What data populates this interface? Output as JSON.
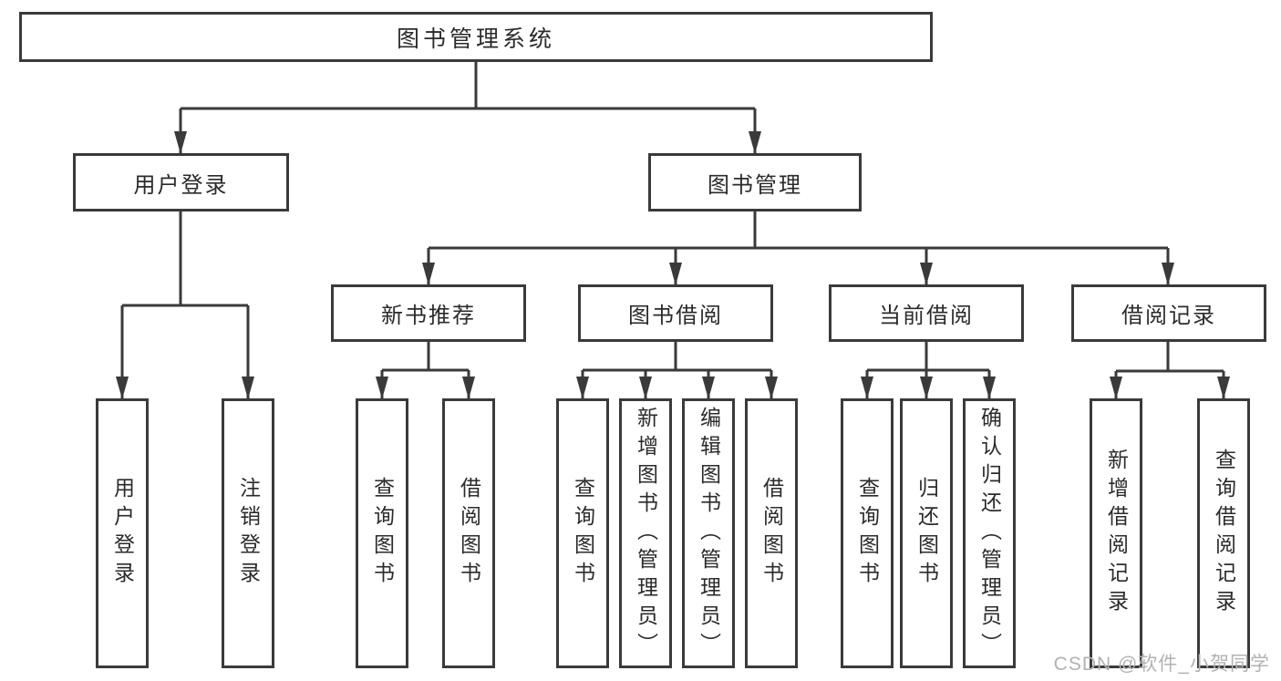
{
  "diagram": {
    "root": {
      "label": "图书管理系统"
    },
    "level2": {
      "user_login": {
        "label": "用户登录"
      },
      "book_mgmt": {
        "label": "图书管理"
      }
    },
    "level3": {
      "new_book": {
        "label": "新书推荐"
      },
      "borrow": {
        "label": "图书借阅"
      },
      "current": {
        "label": "当前借阅"
      },
      "record": {
        "label": "借阅记录"
      }
    },
    "leaves": {
      "login": {
        "label": "用户登录",
        "parent": "用户登录"
      },
      "logout": {
        "label": "注销登录",
        "parent": "用户登录"
      },
      "nb_query": {
        "label": "查询图书",
        "parent": "新书推荐"
      },
      "nb_borrow": {
        "label": "借阅图书",
        "parent": "新书推荐"
      },
      "bw_query": {
        "label": "查询图书",
        "parent": "图书借阅"
      },
      "bw_add": {
        "label": "新增图书（管理员）",
        "parent": "图书借阅"
      },
      "bw_edit": {
        "label": "编辑图书（管理员）",
        "parent": "图书借阅"
      },
      "bw_borrow": {
        "label": "借阅图书",
        "parent": "图书借阅"
      },
      "cur_query": {
        "label": "查询图书",
        "parent": "当前借阅"
      },
      "cur_return": {
        "label": "归还图书",
        "parent": "当前借阅"
      },
      "cur_confirm": {
        "label": "确认归还（管理员）",
        "parent": "当前借阅"
      },
      "rec_add": {
        "label": "新增借阅记录",
        "parent": "借阅记录"
      },
      "rec_query": {
        "label": "查询借阅记录",
        "parent": "借阅记录"
      }
    },
    "watermark": "CSDN @软件_小贺同学",
    "colors": {
      "line": "#3a3a3a",
      "text": "#2b2b2b",
      "background": "#ffffff",
      "watermark": "#b3b1b1"
    }
  }
}
